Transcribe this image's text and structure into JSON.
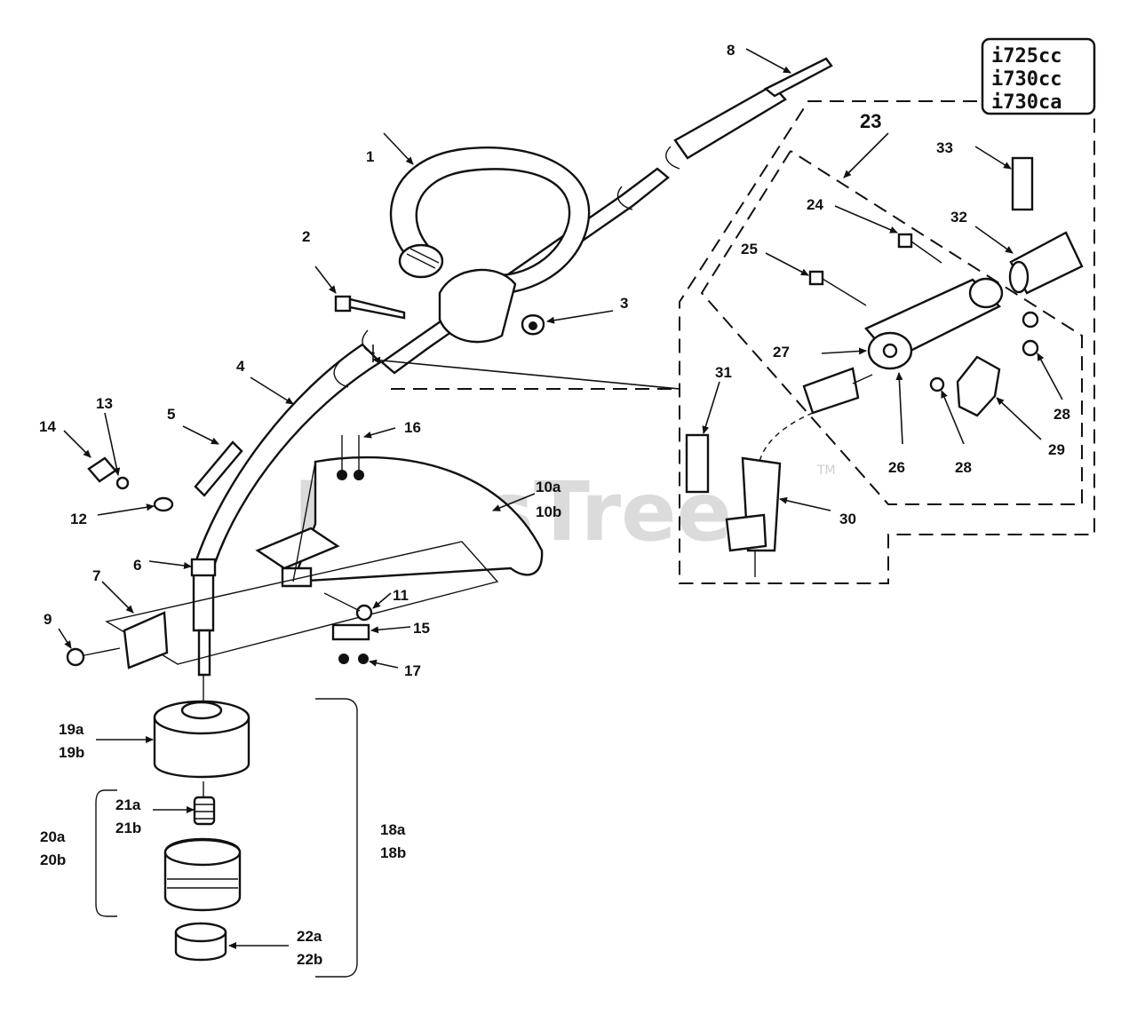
{
  "watermark": "PartsTree",
  "trademark": "TM",
  "models": [
    "i725cc",
    "i730cc",
    "i730ca"
  ],
  "callouts": {
    "c1": "1",
    "c2": "2",
    "c3": "3",
    "c4": "4",
    "c5": "5",
    "c6": "6",
    "c7": "7",
    "c8": "8",
    "c9": "9",
    "c10a": "10a",
    "c10b": "10b",
    "c11": "11",
    "c12": "12",
    "c13": "13",
    "c14": "14",
    "c15": "15",
    "c16": "16",
    "c17": "17",
    "c18a": "18a",
    "c18b": "18b",
    "c19a": "19a",
    "c19b": "19b",
    "c20a": "20a",
    "c20b": "20b",
    "c21a": "21a",
    "c21b": "21b",
    "c22a": "22a",
    "c22b": "22b",
    "c23": "23",
    "c24": "24",
    "c25": "25",
    "c26": "26",
    "c27": "27",
    "c28a": "28",
    "c28b": "28",
    "c29": "29",
    "c30": "30",
    "c31": "31",
    "c32": "32",
    "c33": "33"
  }
}
